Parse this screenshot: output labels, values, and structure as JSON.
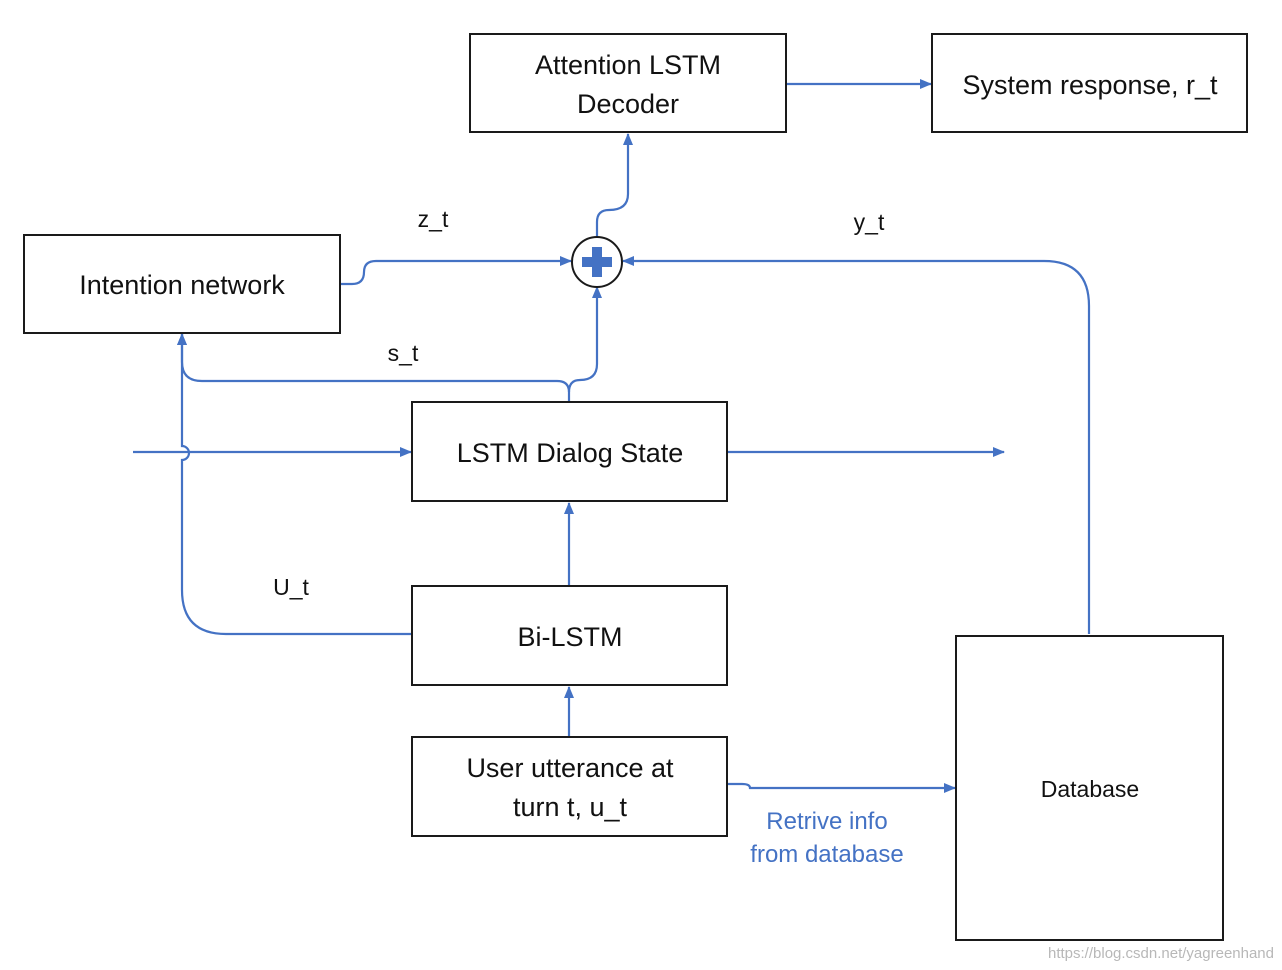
{
  "nodes": {
    "attention_decoder": {
      "line1": "Attention LSTM",
      "line2": "Decoder"
    },
    "system_response": {
      "label": "System response, r_t"
    },
    "intention_network": {
      "label": "Intention network"
    },
    "dialog_state": {
      "label": "LSTM Dialog State"
    },
    "bi_lstm": {
      "label": "Bi-LSTM"
    },
    "user_utterance": {
      "line1": "User  utterance at",
      "line2": "turn t, u_t"
    },
    "database": {
      "label": "Database"
    }
  },
  "edge_labels": {
    "z_t": "z_t",
    "y_t": "y_t",
    "s_t": "s_t",
    "u_t": "U_t"
  },
  "annotation": {
    "line1": "Retrive info",
    "line2": "from database"
  },
  "watermark": "https://blog.csdn.net/yagreenhand",
  "colors": {
    "edge": "#4472c4",
    "box_border": "#1a1a1a",
    "annotation_text": "#4472c4"
  },
  "icons": {
    "combine": "circle-plus-icon"
  }
}
